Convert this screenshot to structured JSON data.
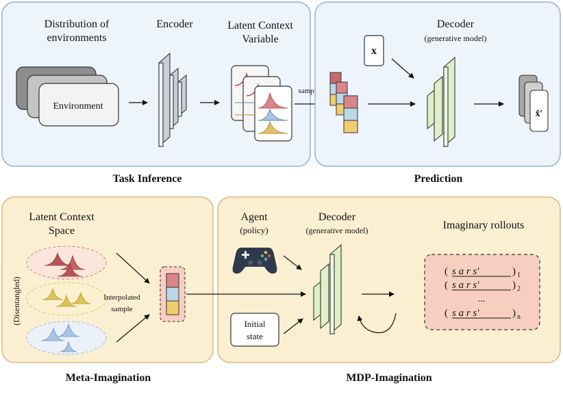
{
  "task_inference": {
    "panel_title": "Task Inference",
    "dist_title_line1": "Distribution of",
    "dist_title_line2": "environments",
    "env_card_label": "Environment",
    "encoder_label": "Encoder",
    "latent_title_line1": "Latent Context",
    "latent_title_line2": "Variable",
    "sample_label": "sample"
  },
  "prediction": {
    "panel_title": "Prediction",
    "decoder_label": "Decoder",
    "decoder_sub": "(generative model)",
    "input_symbol": "x",
    "output_symbol": "x̂′"
  },
  "meta_imagination": {
    "panel_title": "Meta-Imagination",
    "space_title_line1": "Latent Context",
    "space_title_line2": "Space",
    "disentangled_label": "(Disentangled)",
    "interp_line1": "Interpolated",
    "interp_line2": "sample"
  },
  "mdp_imagination": {
    "panel_title": "MDP-Imagination",
    "agent_label": "Agent",
    "agent_sub": "(policy)",
    "decoder_label": "Decoder",
    "decoder_sub": "(generative model)",
    "initial_line1": "Initial",
    "initial_line2": "state",
    "rollouts_title": "Imaginary rollouts",
    "rollout_1_open": "(",
    "rollout_1_vars": "s   a   r   s′",
    "rollout_1_close": ")",
    "rollout_1_sub": "1",
    "rollout_2_open": "(",
    "rollout_2_vars": "s   a   r   s′",
    "rollout_2_close": ")",
    "rollout_2_sub": "2",
    "rollout_dots": "...",
    "rollout_n_open": "(",
    "rollout_n_vars": "s   a   r   s′",
    "rollout_n_close": ")",
    "rollout_n_sub": "n"
  },
  "colors": {
    "blue_panel_fill": "#eef4fb",
    "blue_panel_stroke": "#8fb0d6",
    "beige_panel_fill": "#fbefd2",
    "beige_panel_stroke": "#d9b877",
    "decoder_green": "#dff0c8",
    "cube_red": "#d9868a",
    "cube_blue": "#bcd6ea",
    "cube_yellow": "#f0cd6e",
    "rollout_fill": "#f6cfc0"
  }
}
